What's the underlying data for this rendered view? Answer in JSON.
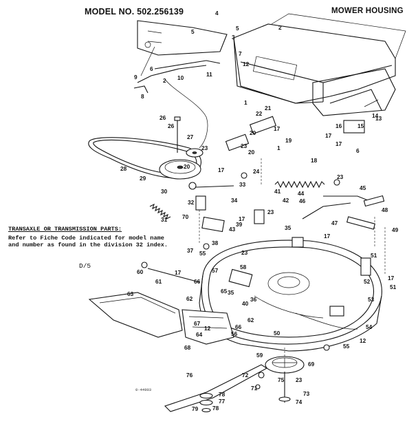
{
  "header": {
    "model": "MODEL NO. 502.256139",
    "section": "MOWER HOUSING"
  },
  "note": {
    "title": "TRANSAXLE OR TRANSMISSION PARTS:",
    "body": "Refer to Fiche Code indicated for model name and number as found in the division 32 index.",
    "code": "D/5"
  },
  "figure_code": "0-44903",
  "part_numbers": [
    "1",
    "2",
    "3",
    "4",
    "5",
    "6",
    "7",
    "8",
    "9",
    "10",
    "11",
    "12",
    "13",
    "14",
    "15",
    "16",
    "17",
    "18",
    "19",
    "20",
    "21",
    "22",
    "23",
    "24",
    "26",
    "27",
    "28",
    "29",
    "30",
    "31",
    "32",
    "33",
    "34",
    "35",
    "36",
    "37",
    "38",
    "39",
    "40",
    "41",
    "42",
    "43",
    "44",
    "45",
    "46",
    "47",
    "48",
    "49",
    "50",
    "51",
    "52",
    "53",
    "54",
    "55",
    "56",
    "57",
    "58",
    "59",
    "60",
    "61",
    "62",
    "63",
    "64",
    "65",
    "66",
    "67",
    "68",
    "69",
    "70",
    "71",
    "72",
    "73",
    "74",
    "75",
    "76",
    "77",
    "78",
    "79"
  ]
}
